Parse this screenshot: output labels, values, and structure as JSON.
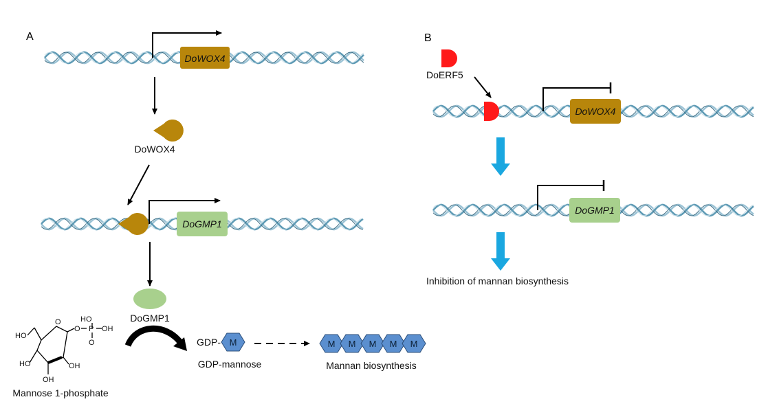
{
  "panel_a": {
    "label": "A",
    "gene_wox4": "DoWOX4",
    "protein_wox4": "DoWOX4",
    "gene_gmp1": "DoGMP1",
    "protein_gmp1": "DoGMP1",
    "substrate": "Mannose 1-phosphate",
    "gdp_prefix": "GDP-",
    "gdp_mannose": "GDP-mannose",
    "mannan": "Mannan biosynthesis",
    "m_letter": "M",
    "chem": {
      "ho": "HO",
      "oh": "OH",
      "o": "O",
      "p": "P"
    }
  },
  "panel_b": {
    "label": "B",
    "protein_erf5": "DoERF5",
    "gene_wox4": "DoWOX4",
    "gene_gmp1": "DoGMP1",
    "outcome": "Inhibition of mannan biosynthesis"
  },
  "colors": {
    "wox4": "#b8860b",
    "gmp1": "#a8d08d",
    "erf5": "#ff1a1a",
    "blue_arrow": "#1aa7e0",
    "dna_a": "#5f9bb5",
    "dna_b": "#9cc3d5",
    "mannose_block": "#5b8fcf"
  },
  "icons": [
    "dna-helix",
    "promoter-arrow",
    "repression-bar",
    "pacman-protein",
    "d-shape-protein",
    "hexagon-mannose",
    "curved-arrow"
  ]
}
